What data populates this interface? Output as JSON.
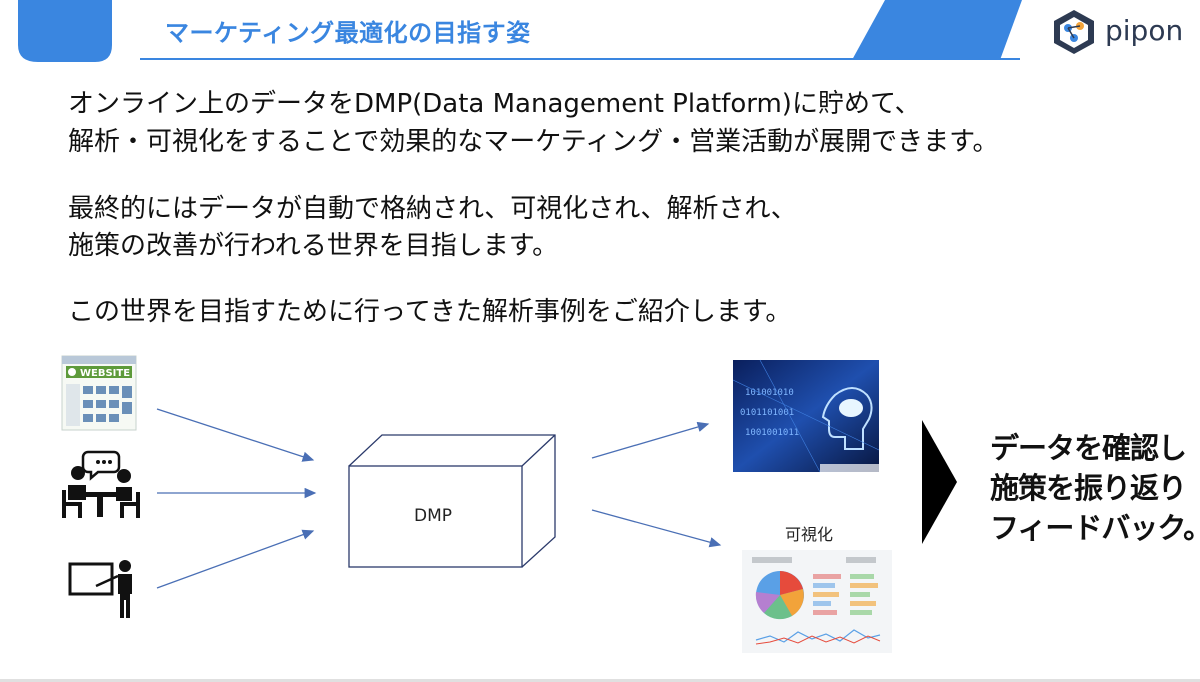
{
  "header": {
    "title": "マーケティング最適化の目指す姿",
    "logo_text": "pipon",
    "accent_color": "#3a86e0"
  },
  "body": {
    "paragraph1_line1": "オンライン上のデータをDMP(Data Management Platform)に貯めて、",
    "paragraph1_line2": "解析・可視化をすることで効果的なマーケティング・営業活動が展開できます。",
    "paragraph2_line1": "最終的にはデータが自動で格納され、可視化され、解析され、",
    "paragraph2_line2": "施策の改善が行われる世界を目指します。",
    "paragraph3": "この世界を目指すために行ってきた解析事例をご紹介します。"
  },
  "diagram": {
    "website_label": "WEBSITE",
    "dmp_label": "DMP",
    "visualization_label": "可視化",
    "icons": [
      "website-icon",
      "meeting-icon",
      "presentation-icon",
      "ai-brain-image",
      "dashboard-image"
    ],
    "result_line1": "データを確認し",
    "result_line2": "施策を振り返り",
    "result_line3": "フィードバック。"
  }
}
